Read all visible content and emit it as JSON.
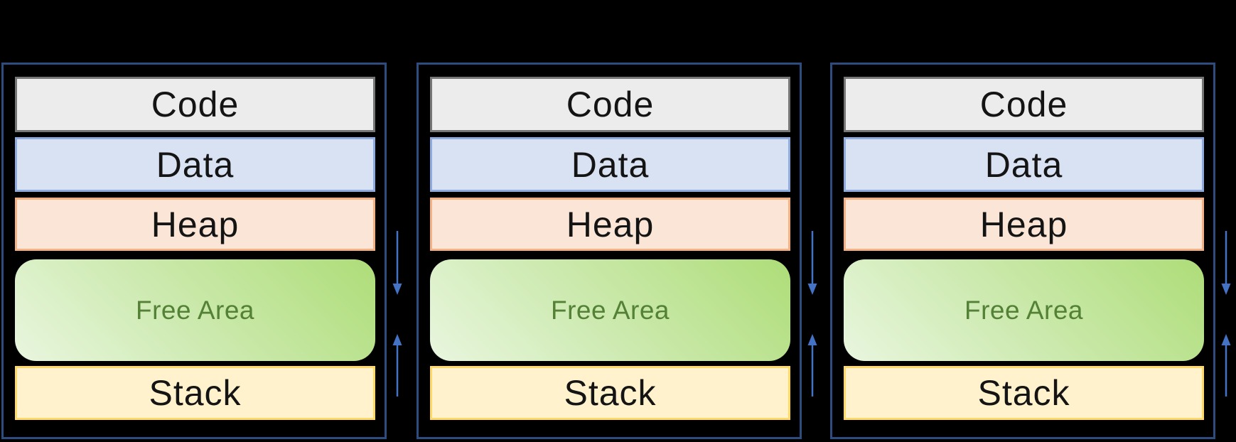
{
  "diagram": {
    "type": "memory-layout",
    "description": "Three identical process memory layout panels; heap grows downward and stack grows upward into the free area",
    "panels": [
      {
        "name": "process-memory-1",
        "segments": [
          {
            "id": "code",
            "label": "Code"
          },
          {
            "id": "data",
            "label": "Data"
          },
          {
            "id": "heap",
            "label": "Heap"
          },
          {
            "id": "free",
            "label": "Free Area"
          },
          {
            "id": "stack",
            "label": "Stack"
          }
        ],
        "arrows": [
          {
            "id": "heap-growth",
            "direction": "down",
            "meaning": "heap grows downward into free area"
          },
          {
            "id": "stack-growth",
            "direction": "up",
            "meaning": "stack grows upward into free area"
          }
        ]
      },
      {
        "name": "process-memory-2",
        "segments": [
          {
            "id": "code",
            "label": "Code"
          },
          {
            "id": "data",
            "label": "Data"
          },
          {
            "id": "heap",
            "label": "Heap"
          },
          {
            "id": "free",
            "label": "Free Area"
          },
          {
            "id": "stack",
            "label": "Stack"
          }
        ],
        "arrows": [
          {
            "id": "heap-growth",
            "direction": "down",
            "meaning": "heap grows downward into free area"
          },
          {
            "id": "stack-growth",
            "direction": "up",
            "meaning": "stack grows upward into free area"
          }
        ]
      },
      {
        "name": "process-memory-3",
        "segments": [
          {
            "id": "code",
            "label": "Code"
          },
          {
            "id": "data",
            "label": "Data"
          },
          {
            "id": "heap",
            "label": "Heap"
          },
          {
            "id": "free",
            "label": "Free Area"
          },
          {
            "id": "stack",
            "label": "Stack"
          }
        ],
        "arrows": [
          {
            "id": "heap-growth",
            "direction": "down",
            "meaning": "heap grows downward into free area"
          },
          {
            "id": "stack-growth",
            "direction": "up",
            "meaning": "stack grows upward into free area"
          }
        ]
      }
    ]
  },
  "colors": {
    "bg": "#000000",
    "panel_border": "#2e4d7e",
    "arrow": "#4472c4",
    "label": "#141414",
    "code_fill": "#ececec",
    "code_border": "#767676",
    "data_fill": "#d9e2f3",
    "data_border": "#8faadc",
    "heap_fill": "#fbe5d6",
    "heap_border": "#f4b183",
    "free_start": "#aedd78",
    "free_mid": "#cdeab0",
    "free_end": "#e9f6df",
    "free_text": "#538135",
    "stack_fill": "#fff2cc",
    "stack_border": "#ffd966"
  }
}
